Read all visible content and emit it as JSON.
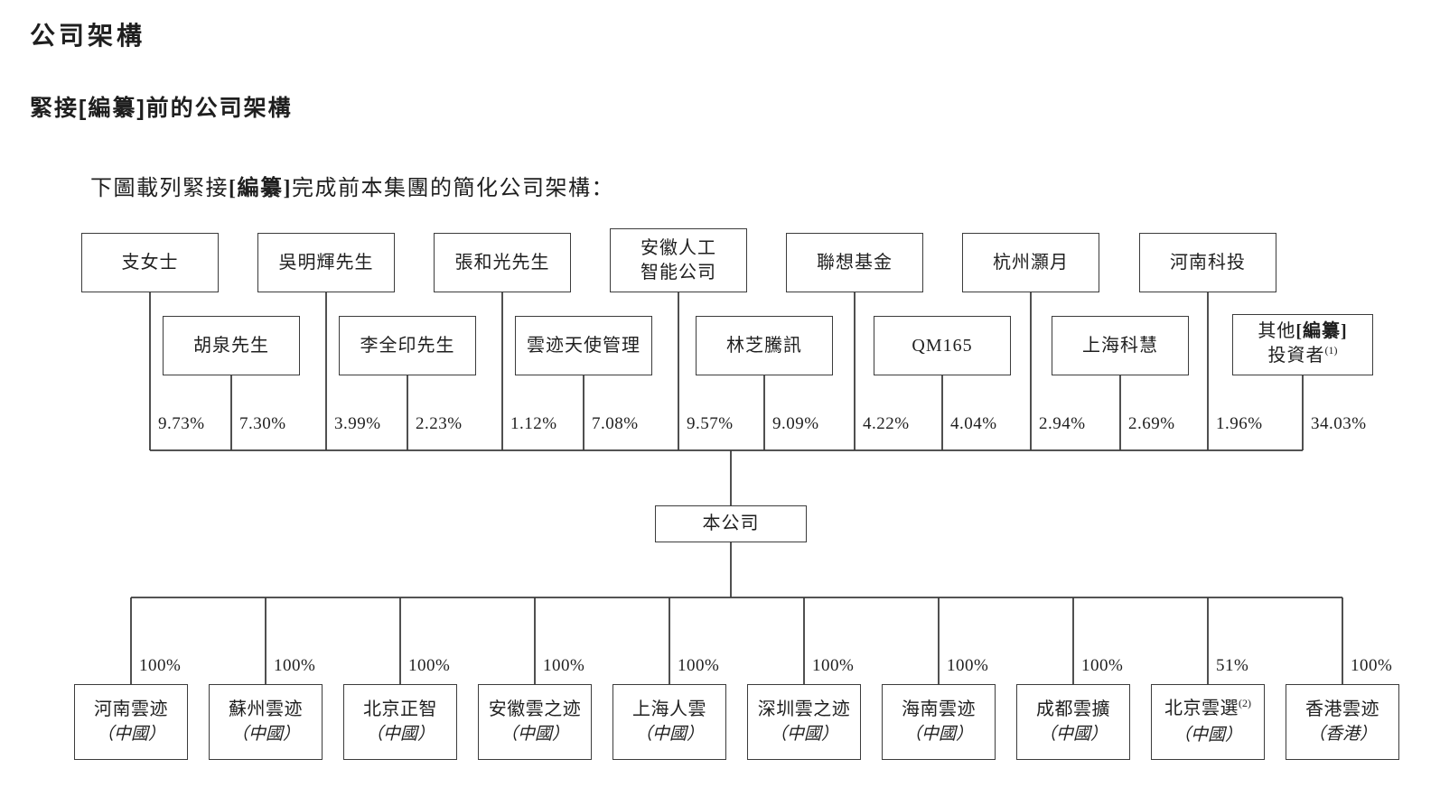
{
  "page": {
    "title": "公司架構",
    "subtitle": "緊接[編纂]前的公司架構",
    "intro": {
      "pre": "下圖載列緊接",
      "redact": "[編纂]",
      "post": "完成前本集團的簡化公司架構："
    }
  },
  "diagram": {
    "company": {
      "name": "本公司"
    },
    "shareholders": [
      {
        "name": "支女士",
        "pct": "9.73%"
      },
      {
        "name": "胡泉先生",
        "pct": "7.30%"
      },
      {
        "name": "吳明輝先生",
        "pct": "3.99%"
      },
      {
        "name": "李全印先生",
        "pct": "2.23%"
      },
      {
        "name": "張和光先生",
        "pct": "1.12%"
      },
      {
        "name": "雲迹天使管理",
        "pct": "7.08%"
      },
      {
        "lines": [
          [
            {
              "t": "安徽人工"
            }
          ],
          [
            {
              "t": "智能公司"
            }
          ]
        ],
        "pct": "9.57%"
      },
      {
        "name": "林芝騰訊",
        "pct": "9.09%"
      },
      {
        "name": "聯想基金",
        "pct": "4.22%"
      },
      {
        "name": "QM165",
        "pct": "4.04%"
      },
      {
        "name": "杭州灝月",
        "pct": "2.94%"
      },
      {
        "name": "上海科慧",
        "pct": "2.69%"
      },
      {
        "name": "河南科投",
        "pct": "1.96%"
      },
      {
        "lines": [
          [
            {
              "t": "其他"
            },
            {
              "t": "[編纂]",
              "b": true
            }
          ],
          [
            {
              "t": "投資者"
            },
            {
              "t": "(1)",
              "sup": true
            }
          ]
        ],
        "pct": "34.03%"
      }
    ],
    "subsidiaries": [
      {
        "name": "河南雲迹",
        "region": "（中國）",
        "pct": "100%"
      },
      {
        "name": "蘇州雲迹",
        "region": "（中國）",
        "pct": "100%"
      },
      {
        "name": "北京正智",
        "region": "（中國）",
        "pct": "100%"
      },
      {
        "name": "安徽雲之迹",
        "region": "（中國）",
        "pct": "100%"
      },
      {
        "name": "上海人雲",
        "region": "（中國）",
        "pct": "100%"
      },
      {
        "name": "深圳雲之迹",
        "region": "（中國）",
        "pct": "100%"
      },
      {
        "name": "海南雲迹",
        "region": "（中國）",
        "pct": "100%"
      },
      {
        "name": "成都雲擴",
        "region": "（中國）",
        "pct": "100%"
      },
      {
        "name": "北京雲選",
        "sup": "(2)",
        "region": "（中國）",
        "pct": "51%"
      },
      {
        "name": "香港雲迹",
        "region": "（香港）",
        "pct": "100%"
      }
    ]
  }
}
